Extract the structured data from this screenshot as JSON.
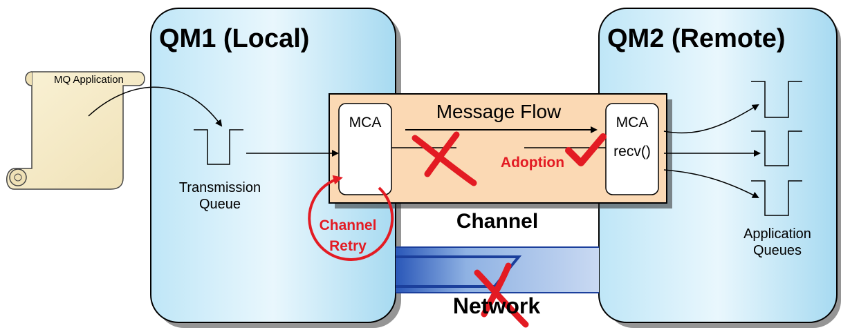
{
  "qm1": {
    "title": "QM1 (Local)"
  },
  "qm2": {
    "title": "QM2 (Remote)"
  },
  "app": {
    "label": "MQ Application"
  },
  "transmission_queue": {
    "label_line1": "Transmission",
    "label_line2": "Queue"
  },
  "application_queues": {
    "label_line1": "Application",
    "label_line2": "Queues"
  },
  "channel": {
    "label": "Channel",
    "message_flow": "Message Flow",
    "mca_sender": "MCA",
    "mca_receiver": "MCA",
    "recv": "recv()",
    "adoption": "Adoption"
  },
  "retry": {
    "line1": "Channel",
    "line2": "Retry"
  },
  "network": {
    "label": "Network"
  },
  "colors": {
    "qm_fill_light": "#e6f5fc",
    "qm_fill_dark": "#9ed6f0",
    "channel_fill": "#fbd9b4",
    "error_red": "#e31b23",
    "network_blue": "#1b3f9c"
  }
}
